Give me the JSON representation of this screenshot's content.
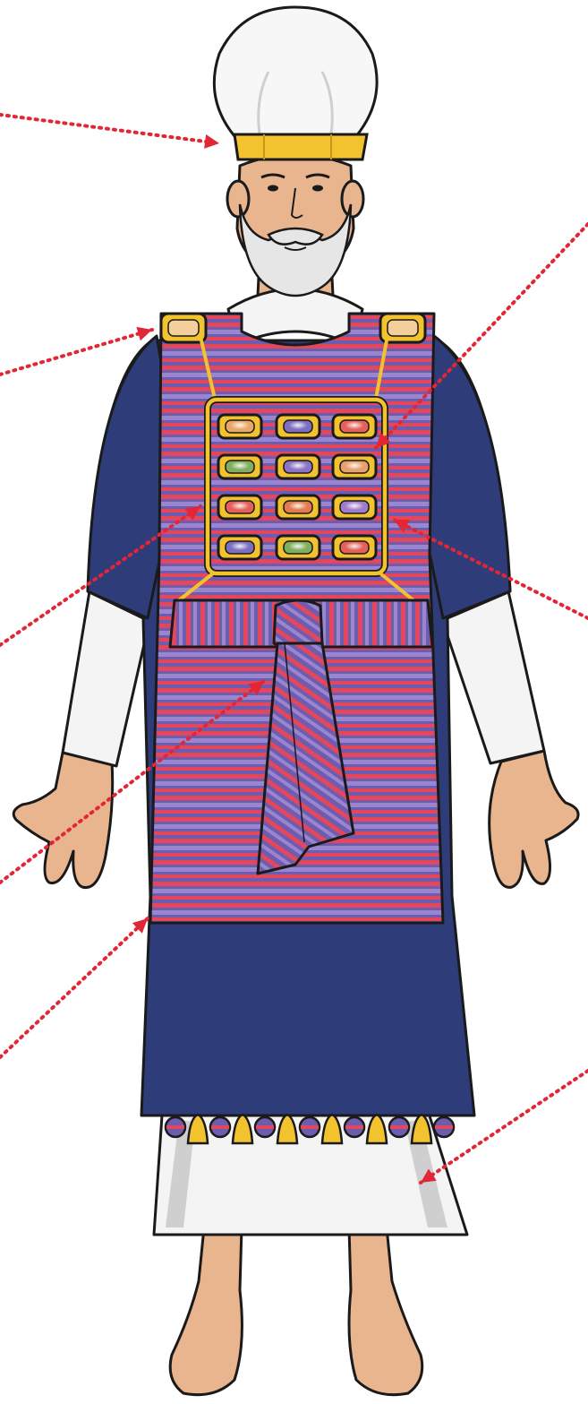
{
  "figure": {
    "subject": "high-priest-garments",
    "colors": {
      "outline": "#1a1a1a",
      "skin": "#e9b58f",
      "skin_shade": "#d39c75",
      "hair_beard": "#e6e6e6",
      "turban": "#f7f7f7",
      "turban_shade": "#d8d8d8",
      "gold": "#f2c32e",
      "robe_blue": "#2e3c7a",
      "tunic_white": "#f4f4f4",
      "tunic_shade": "#cfcfcf",
      "stripe_red": "#e2475b",
      "stripe_purple": "#6e5cb0",
      "stripe_lilac": "#9a86cf",
      "pointer": "#e32636"
    },
    "breastplate_gems": [
      [
        "#e9a867",
        "#7c6fc2",
        "#e5605b"
      ],
      [
        "#7fae5c",
        "#8a74c6",
        "#e8a06e"
      ],
      [
        "#e5605b",
        "#e27a52",
        "#a07ccc"
      ],
      [
        "#7c6fc2",
        "#7fae5c",
        "#e5605b"
      ]
    ],
    "hem_items": [
      "pomegranate",
      "bell",
      "pomegranate",
      "bell",
      "pomegranate",
      "bell",
      "pomegranate",
      "bell",
      "pomegranate",
      "bell",
      "pomegranate",
      "bell",
      "pomegranate"
    ]
  },
  "pointers": [
    {
      "name": "pointer-turban-plate"
    },
    {
      "name": "pointer-shoulder-stone"
    },
    {
      "name": "pointer-breastplate-gems"
    },
    {
      "name": "pointer-breastplate-frame"
    },
    {
      "name": "pointer-breastplate-right"
    },
    {
      "name": "pointer-belt-sash"
    },
    {
      "name": "pointer-ephod"
    },
    {
      "name": "pointer-robe-hem"
    }
  ]
}
